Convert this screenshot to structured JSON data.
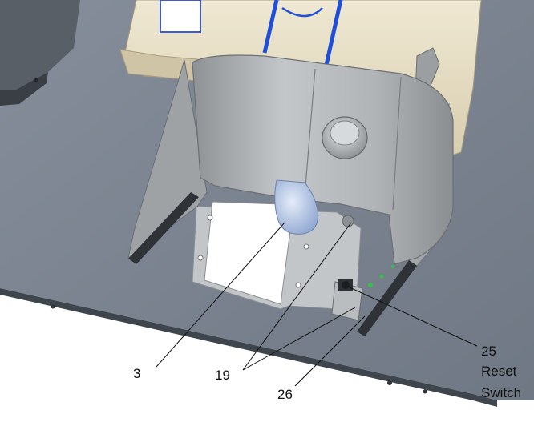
{
  "callouts": {
    "c3": {
      "number": "3"
    },
    "c19": {
      "number": "19"
    },
    "c25": {
      "number": "25",
      "line1": "Reset",
      "line2": "Switch"
    },
    "c26": {
      "number": "26"
    }
  },
  "colors": {
    "base_plate": "#7d8692",
    "shroud": "#b3b6b8",
    "tank": "#e7dfc7",
    "blue_stripes": "#1f4fd8",
    "nozzle": "#b9c9e8",
    "leader_lines": "#111111"
  }
}
